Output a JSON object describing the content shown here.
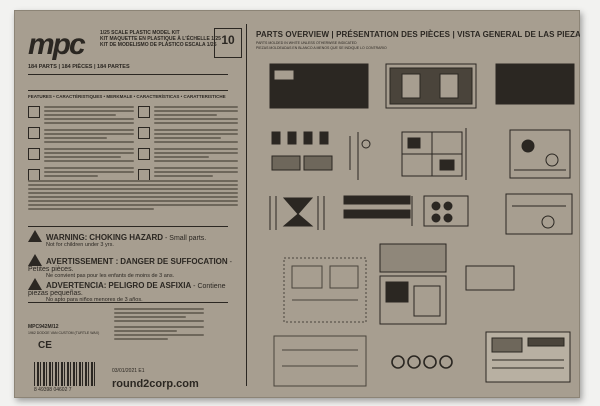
{
  "brand": {
    "logo": "mpc"
  },
  "kit": {
    "scale_en": "1/25 SCALE PLASTIC MODEL KIT",
    "scale_fr": "KIT MAQUETTE EN PLASTIQUE À L'ÉCHELLE 1/25",
    "scale_es": "KIT DE MODELISMO DE PLÁSTICO ESCALA 1/25",
    "age": "10",
    "parts": "184 PARTS | 184 PIÈCES | 184 PARTES"
  },
  "features_heading": "FEATURES • CARACTÉRISTIQUES • MERKMALE • CARACTERÍSTICAS • CARATTERISTICHE",
  "warnings": [
    {
      "title": "WARNING:",
      "en": "CHOKING HAZARD",
      "rest": " - Small parts.",
      "sub": "Not for children under 3 yrs."
    },
    {
      "title": "AVERTISSEMENT :",
      "en": "DANGER DE SUFFOCATION",
      "rest": " - Petites pièces.",
      "sub": "Ne convient pas pour les enfants de moins de 3 ans."
    },
    {
      "title": "ADVERTENCIA:",
      "en": "PELIGRO DE ASFIXIA",
      "rest": " - Contiene piezas pequeñas.",
      "sub": "No apto para niños menores de 3 años."
    }
  ],
  "product_code": "MPC942M/12",
  "product_name": "1962 DODGE VAN CUSTOM (TURTLE WAX)",
  "ce_mark": "CE",
  "barcode_text": "8 49398 04602 7",
  "date_code": "03/01/2021 E1",
  "website": "round2corp.com",
  "parts_overview": {
    "title": "PARTS OVERVIEW | PRÉSENTATION DES PIÈCES | VISTA GENERAL DE LAS PIEZAS",
    "sub1": "PIEZAS MOLDEADAS EN BLANCO A MENOS QUE SE INDIQUE LO CONTRARIO",
    "sub2": "PARTS MOLDED IN WHITE UNLESS OTHERWISE INDICATED"
  },
  "colors": {
    "cardboard": "#a79e90",
    "ink": "#2b2722",
    "background": "#f2f2f0"
  }
}
